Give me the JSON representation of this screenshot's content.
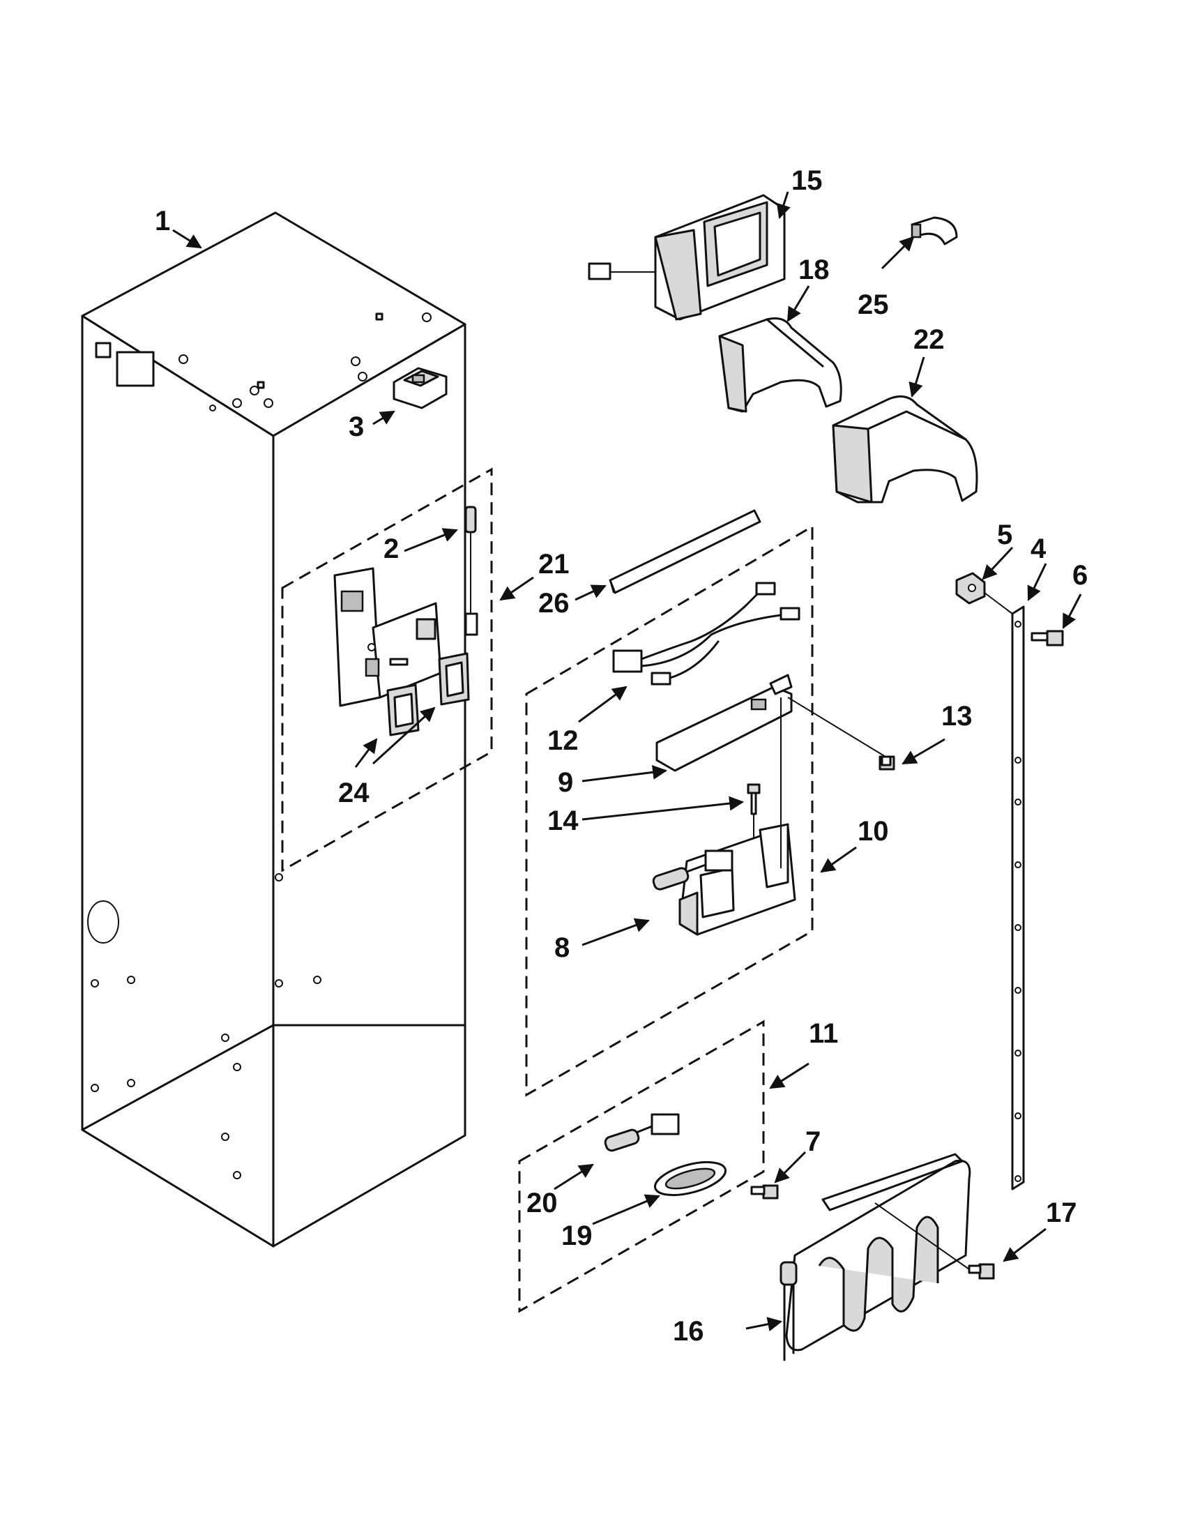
{
  "diagram": {
    "callouts": [
      {
        "id": "1",
        "label": "1"
      },
      {
        "id": "2",
        "label": "2"
      },
      {
        "id": "3",
        "label": "3"
      },
      {
        "id": "4",
        "label": "4"
      },
      {
        "id": "5",
        "label": "5"
      },
      {
        "id": "6",
        "label": "6"
      },
      {
        "id": "7",
        "label": "7"
      },
      {
        "id": "8",
        "label": "8"
      },
      {
        "id": "9",
        "label": "9"
      },
      {
        "id": "10",
        "label": "10"
      },
      {
        "id": "11",
        "label": "11"
      },
      {
        "id": "12",
        "label": "12"
      },
      {
        "id": "13",
        "label": "13"
      },
      {
        "id": "14",
        "label": "14"
      },
      {
        "id": "15",
        "label": "15"
      },
      {
        "id": "16",
        "label": "16"
      },
      {
        "id": "17",
        "label": "17"
      },
      {
        "id": "18",
        "label": "18"
      },
      {
        "id": "19",
        "label": "19"
      },
      {
        "id": "20",
        "label": "20"
      },
      {
        "id": "21",
        "label": "21"
      },
      {
        "id": "22",
        "label": "22"
      },
      {
        "id": "24",
        "label": "24"
      },
      {
        "id": "25",
        "label": "25"
      },
      {
        "id": "26",
        "label": "26"
      }
    ]
  }
}
